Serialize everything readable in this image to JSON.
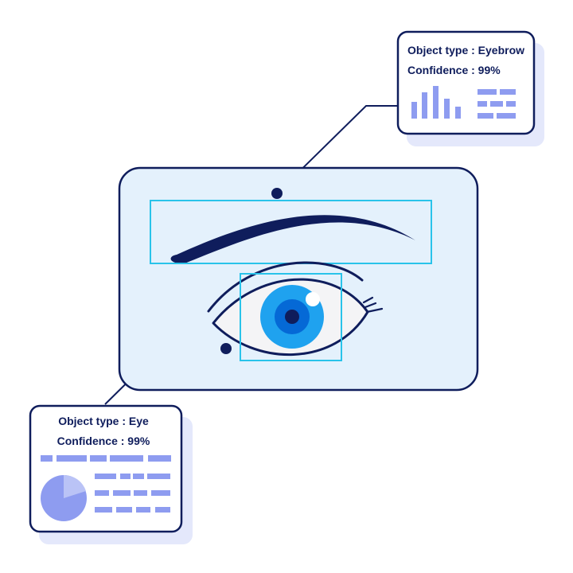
{
  "eyebrow_card": {
    "type_line": "Object type : Eyebrow",
    "confidence_line": "Confidence : 99%"
  },
  "eye_card": {
    "type_line": "Object type : Eye",
    "confidence_line": "Confidence : 99%"
  },
  "colors": {
    "navy": "#0f1d5c",
    "panel_fill": "#e4f1fc",
    "bbox_cyan": "#29c3ea",
    "iris_outer": "#1fa2ef",
    "iris_inner": "#0569d6",
    "placeholder": "#8e9cf0",
    "card_shadow": "#e4e8fb"
  }
}
